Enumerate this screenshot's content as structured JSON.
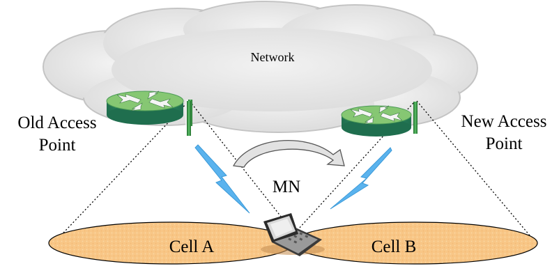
{
  "cloud": {
    "label": "Network"
  },
  "old_ap": {
    "label_line1": "Old Access",
    "label_line2": "Point"
  },
  "new_ap": {
    "label_line1": "New Access",
    "label_line2": "Point"
  },
  "mobile_node": {
    "label": "MN"
  },
  "cells": [
    {
      "label": "Cell A"
    },
    {
      "label": "Cell B"
    }
  ],
  "colors": {
    "cloud_fill": "#e6e6e6",
    "cloud_stroke": "#c9c9c9",
    "cell_fill": "#f9c98a",
    "cell_stroke": "#1a1a1a",
    "router_top": "#7fc06a",
    "router_side": "#2f8a63",
    "lightning": "#4fb0ec",
    "antenna": "#2e8b3a"
  }
}
